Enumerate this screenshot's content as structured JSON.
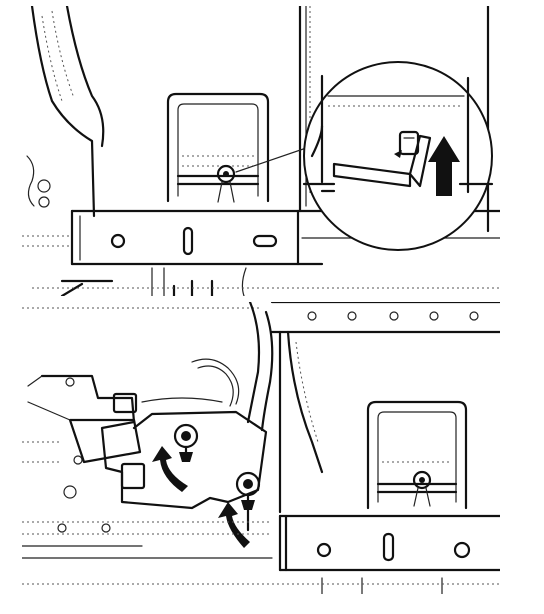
{
  "illustration": {
    "panels": [
      {
        "id": "top",
        "content": "latch-adjustment-detail-magnified"
      },
      {
        "id": "bottom",
        "content": "hinge-bracket-screw-removal"
      }
    ],
    "icons": [
      "magnifier-callout-icon",
      "direction-arrow-icon",
      "screw-icon",
      "hex-key-icon"
    ],
    "colors": {
      "ink": "#111111",
      "paper": "#ffffff",
      "shade": "#555555"
    }
  }
}
